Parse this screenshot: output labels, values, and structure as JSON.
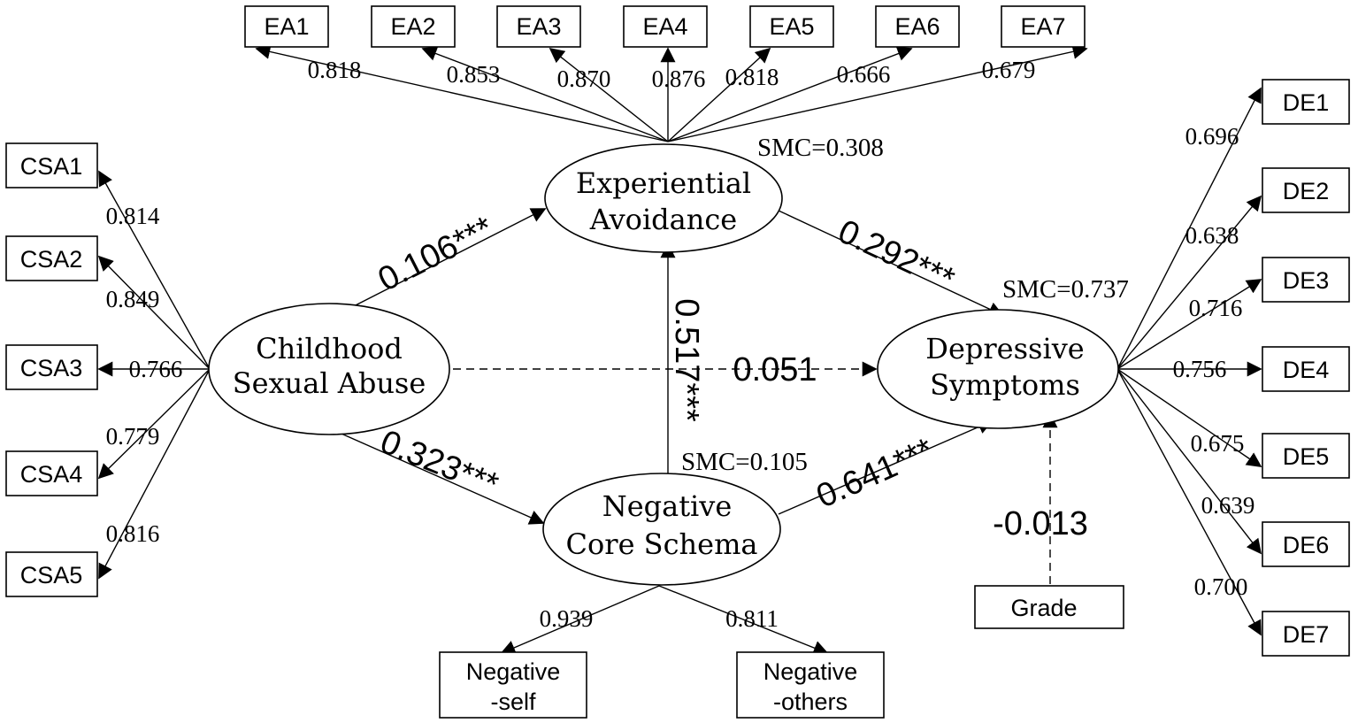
{
  "latents": {
    "csa": [
      "Childhood",
      "Sexual Abuse"
    ],
    "ea": [
      "Experiential",
      "Avoidance"
    ],
    "ncs": [
      "Negative",
      "Core Schema"
    ],
    "ds": [
      "Depressive",
      "Symptoms"
    ]
  },
  "indicators": {
    "ea": [
      "EA1",
      "EA2",
      "EA3",
      "EA4",
      "EA5",
      "EA6",
      "EA7"
    ],
    "csa": [
      "CSA1",
      "CSA2",
      "CSA3",
      "CSA4",
      "CSA5"
    ],
    "de": [
      "DE1",
      "DE2",
      "DE3",
      "DE4",
      "DE5",
      "DE6",
      "DE7"
    ],
    "ncs": [
      [
        "Negative",
        "-self"
      ],
      [
        "Negative",
        "-others"
      ]
    ],
    "grade": "Grade"
  },
  "loadings": {
    "ea": [
      "0.818",
      "0.853",
      "0.870",
      "0.876",
      "0.818",
      "0.666",
      "0.679"
    ],
    "csa": [
      "0.814",
      "0.849",
      "0.766",
      "0.779",
      "0.816"
    ],
    "de": [
      "0.696",
      "0.638",
      "0.716",
      "0.756",
      "0.675",
      "0.639",
      "0.700"
    ],
    "ncs": [
      "0.939",
      "0.811"
    ]
  },
  "smc": {
    "ea": "SMC=0.308",
    "ds": "SMC=0.737",
    "ncs": "SMC=0.105"
  },
  "paths": {
    "csa_ea": "0.106***",
    "ea_ds": "0.292***",
    "ncs_ea": "0.517***",
    "csa_ds": "0.051",
    "csa_ncs": "0.323***",
    "ncs_ds": "0.641***",
    "grade_ds": "-0.013"
  }
}
